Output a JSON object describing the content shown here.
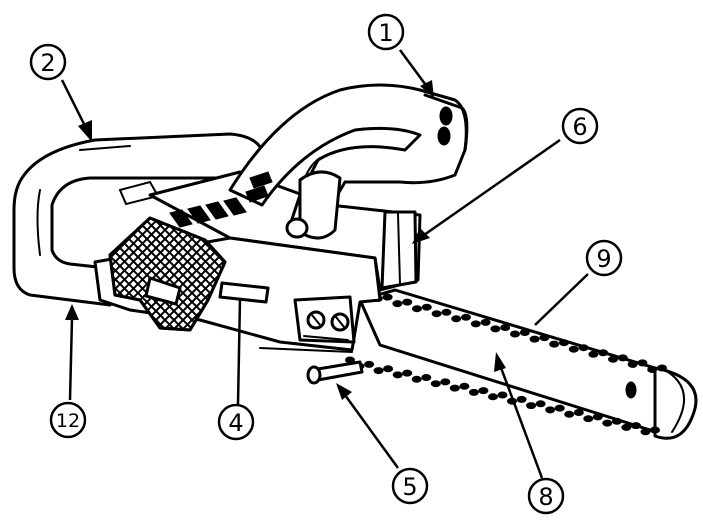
{
  "callouts": [
    {
      "id": "1",
      "label": "1"
    },
    {
      "id": "2",
      "label": "2"
    },
    {
      "id": "4",
      "label": "4"
    },
    {
      "id": "5",
      "label": "5"
    },
    {
      "id": "6",
      "label": "6"
    },
    {
      "id": "8",
      "label": "8"
    },
    {
      "id": "9",
      "label": "9"
    },
    {
      "id": "12",
      "label": "12"
    }
  ]
}
